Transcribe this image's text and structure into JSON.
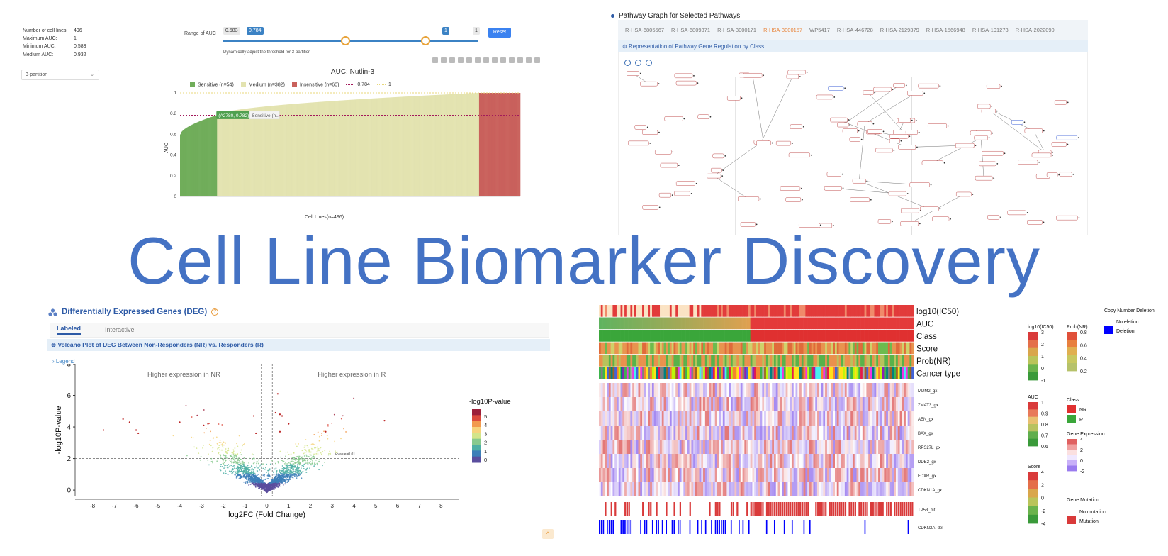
{
  "auc_panel": {
    "stats": [
      {
        "label": "Number of cell lines:",
        "value": "496"
      },
      {
        "label": "Maximum AUC:",
        "value": "1"
      },
      {
        "label": "Minimum AUC:",
        "value": "0.583"
      },
      {
        "label": "Medium AUC:",
        "value": "0.932"
      }
    ],
    "partition_select": "3-partition",
    "range_label": "Range of AUC",
    "range_chip_min": "0.583",
    "range_chip_low": "0.784",
    "range_chip_high": "1",
    "range_chip_max": "1",
    "reset_label": "Reset",
    "slider_note": "Dynamically adjust the threshold for 3-partition",
    "slider_low": 0.784,
    "slider_high": 1
  },
  "auc_chart": {
    "chart_data": {
      "type": "bar",
      "title": "AUC: Nutlin-3",
      "xlabel": "Cell Lines(n=496)",
      "ylabel": "AUC",
      "ylim": [
        0,
        1
      ],
      "y_ticks": [
        "0",
        "0.2",
        "0.4",
        "0.6",
        "0.8",
        "1"
      ],
      "legend": [
        {
          "name": "Sensitive (n=54)",
          "color": "#70ad5a",
          "kind": "box"
        },
        {
          "name": "Medium (n=382)",
          "color": "#e3e3b0",
          "kind": "box"
        },
        {
          "name": "Insensitive (n=60)",
          "color": "#c9615c",
          "kind": "box"
        },
        {
          "name": "0.784",
          "color": "#a3195b",
          "kind": "dotted"
        },
        {
          "name": "1",
          "color": "#e8d77a",
          "kind": "dotted"
        }
      ],
      "groups": [
        {
          "name": "Sensitive",
          "count": 54,
          "auc_start": 0.6,
          "auc_end": 0.784,
          "color": "#70ad5a"
        },
        {
          "name": "Medium",
          "count": 382,
          "auc_start": 0.784,
          "auc_end": 1.0,
          "color": "#e3e3b0"
        },
        {
          "name": "Insensitive",
          "count": 60,
          "auc_start": 1.0,
          "auc_end": 1.0,
          "color": "#c9615c"
        }
      ],
      "thresholds": [
        0.784,
        1
      ],
      "tooltip": "(A2780, 0.782)",
      "tooltip_tag": "Sensitive (n..."
    }
  },
  "pathway_panel": {
    "heading": "Pathway Graph for Selected Pathways",
    "tabs": [
      "R-HSA-6805567",
      "R-HSA-6809371",
      "R-HSA-3000171",
      "R-HSA-3000157",
      "WP5417",
      "R-HSA-446728",
      "R-HSA-2129379",
      "R-HSA-1566948",
      "R-HSA-191273",
      "R-HSA-2022090"
    ],
    "active_tab": "R-HSA-3000157",
    "subheading": "Representation of Pathway Gene Regulation by Class"
  },
  "title": "Cell Line Biomarker Discovery",
  "deg_panel": {
    "heading": "Differentially Expressed Genes (DEG)",
    "help": "?",
    "tabs": [
      "Labeled",
      "Interactive"
    ],
    "active_tab": "Labeled",
    "subheading": "Volcano Plot of DEG Between Non-Responders (NR) vs. Responders (R)",
    "legend_link": "Legend",
    "up_button": "^"
  },
  "volcano": {
    "chart_data": {
      "type": "scatter",
      "title": "Differentially expressed genes between nonresponders(NR) and responders(R)",
      "xlabel": "log2FC (Fold Change)",
      "ylabel": "-log10P-value",
      "xlim": [
        -8.8,
        8.8
      ],
      "ylim": [
        -0.4,
        8
      ],
      "x_ticks": [
        -8,
        -7,
        -6,
        -5,
        -4,
        -3,
        -2,
        -1,
        0,
        1,
        2,
        3,
        4,
        5,
        6,
        7,
        8
      ],
      "y_ticks": [
        0,
        2,
        4,
        6,
        8
      ],
      "annotations": [
        "Higher expression in NR",
        "Higher expression in R",
        "Pvalue=0.01"
      ],
      "pvalue_line": 2,
      "fc_lines": [
        -0.25,
        0.25
      ],
      "colorbar": {
        "title": "-log10P-value",
        "ticks": [
          "0",
          "1",
          "2",
          "3",
          "4",
          "5"
        ]
      },
      "labeled_points": [
        {
          "x": -7.5,
          "y": 3.8
        },
        {
          "x": -6.6,
          "y": 4.5
        },
        {
          "x": -6.3,
          "y": 4.3
        },
        {
          "x": -6.0,
          "y": 3.8
        },
        {
          "x": -5.9,
          "y": 3.6
        },
        {
          "x": -4.0,
          "y": 4.3
        },
        {
          "x": -2.9,
          "y": 4.1
        },
        {
          "x": -2.7,
          "y": 4.2
        },
        {
          "x": -0.6,
          "y": 4.7
        },
        {
          "x": -0.5,
          "y": 3.6
        },
        {
          "x": 0.5,
          "y": 6.1
        },
        {
          "x": 0.6,
          "y": 4.8
        },
        {
          "x": 0.7,
          "y": 4.7
        },
        {
          "x": 0.4,
          "y": 4.9
        },
        {
          "x": 1.0,
          "y": 4.2
        },
        {
          "x": 0.6,
          "y": 3.7
        },
        {
          "x": 2.7,
          "y": 3.7
        },
        {
          "x": 5.4,
          "y": 4.4
        }
      ]
    }
  },
  "heatmap": {
    "chart_data": {
      "type": "heatmap",
      "annotation_tracks": [
        "log10(IC50)",
        "AUC",
        "Class",
        "Score",
        "Prob(NR)",
        "Cancer type"
      ],
      "genes": [
        "MDM2_gx",
        "ZMAT3_gx",
        "AEN_gx",
        "BAX_gx",
        "RPS27L_gx",
        "DDB2_gx",
        "FDXR_gx",
        "CDKN1A_gx"
      ],
      "bottom_tracks": [
        "TP53_mt",
        "CDKN2A_del"
      ],
      "legends": [
        {
          "title": "log10(IC50)",
          "ticks": [
            "3",
            "2",
            "1",
            "0",
            "-1"
          ]
        },
        {
          "title": "AUC",
          "ticks": [
            "1",
            "0.9",
            "0.8",
            "0.7",
            "0.6"
          ]
        },
        {
          "title": "Score",
          "ticks": [
            "4",
            "2",
            "0",
            "-2",
            "-4"
          ]
        },
        {
          "title": "Prob(NR)",
          "ticks": [
            "0.8",
            "0.6",
            "0.4",
            "0.2"
          ]
        },
        {
          "title": "Class",
          "items": [
            "NR",
            "R"
          ]
        },
        {
          "title": "Gene Expression",
          "ticks": [
            "4",
            "2",
            "0",
            "-2"
          ]
        },
        {
          "title": "Gene Mutation",
          "items": [
            "No mutation",
            "Mutation"
          ]
        },
        {
          "title": "Copy Number Deletion",
          "items": [
            "No eletion",
            "Deletion"
          ]
        }
      ],
      "colors": {
        "nr": "#e03030",
        "r": "#3aa63a",
        "deletion": "#0000ff",
        "mutation": "#d93a3a"
      }
    }
  }
}
